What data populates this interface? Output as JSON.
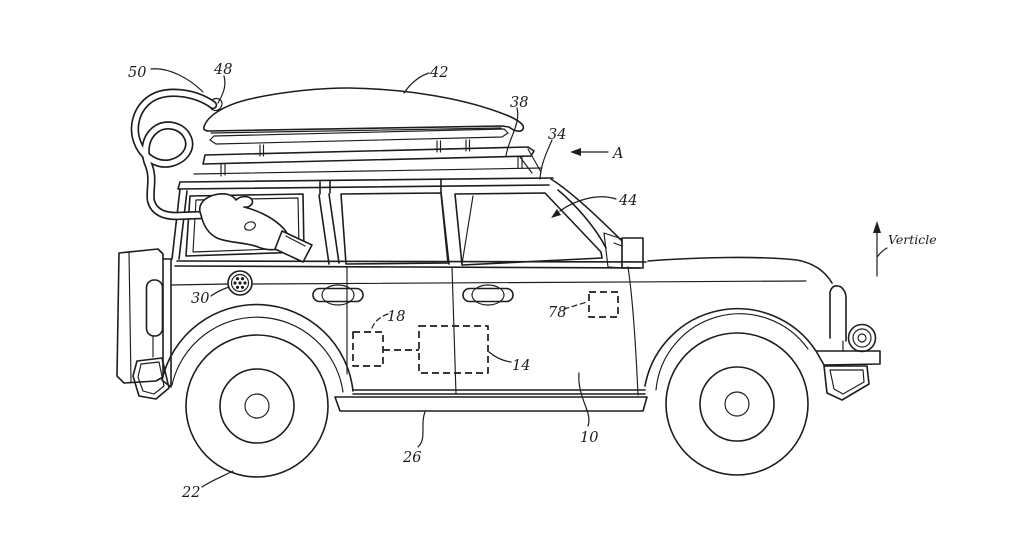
{
  "figure": {
    "type": "patent-line-drawing",
    "background_color": "#ffffff",
    "line_color": "#1d1d1d",
    "reference_labels": [
      {
        "id": "50",
        "text": "50"
      },
      {
        "id": "48",
        "text": "48"
      },
      {
        "id": "42",
        "text": "42"
      },
      {
        "id": "38",
        "text": "38"
      },
      {
        "id": "34",
        "text": "34"
      },
      {
        "id": "44",
        "text": "44"
      },
      {
        "id": "30",
        "text": "30"
      },
      {
        "id": "18",
        "text": "18"
      },
      {
        "id": "14",
        "text": "14"
      },
      {
        "id": "78",
        "text": "78"
      },
      {
        "id": "10",
        "text": "10"
      },
      {
        "id": "26",
        "text": "26"
      },
      {
        "id": "22",
        "text": "22"
      }
    ],
    "annotations": {
      "section_arrow_label": "A",
      "vertical_axis_label": "Verticle"
    }
  }
}
